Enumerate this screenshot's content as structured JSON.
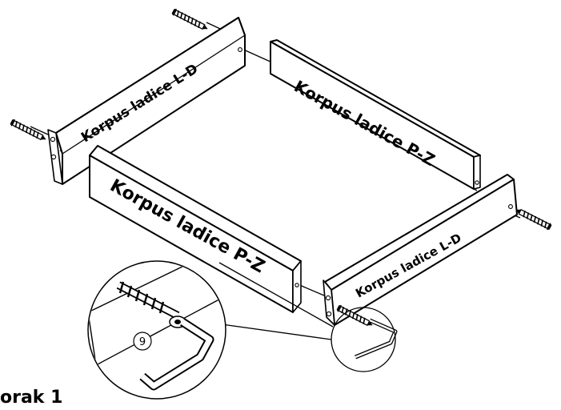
{
  "step_title": "orak 1",
  "panels": {
    "back_left_label": "Korpus ladice L-D",
    "back_right_label": "Korpus ladice P-Z",
    "front_left_label": "Korpus ladice P-Z",
    "front_right_label": "Korpus ladice L-D"
  },
  "detail": {
    "part_number": "9"
  },
  "icons": [
    "screw-icon",
    "allen-key-icon"
  ]
}
